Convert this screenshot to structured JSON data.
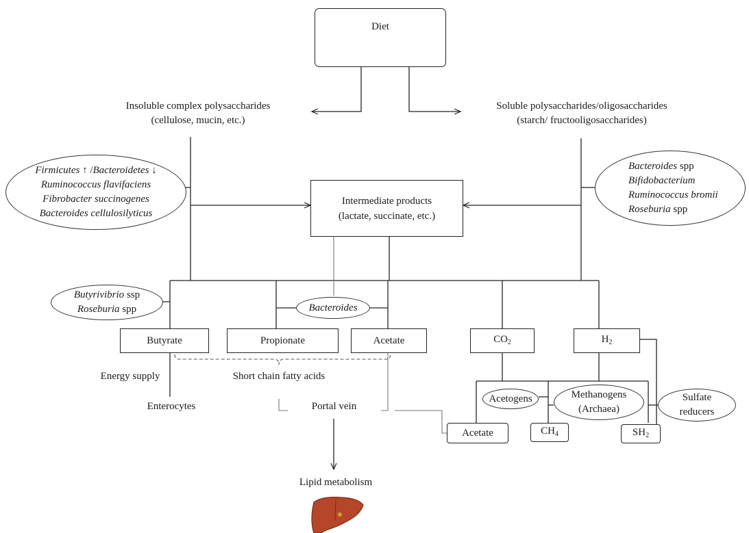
{
  "diet": {
    "label": "Diet"
  },
  "insoluble": {
    "line1": "Insoluble complex polysaccharides",
    "line2": "(cellulose, mucin, etc.)"
  },
  "soluble": {
    "line1": "Soluble polysaccharides/oligosaccharides",
    "line2": "(starch/ fructooligosaccharides)"
  },
  "intermediate": {
    "line1": "Intermediate products",
    "line2": "(lactate, succinate, etc.)"
  },
  "left_bacteria": {
    "l1_a": "Firmicutes",
    "l1_b": " ↑ /",
    "l1_c": "Bacteroidetes",
    "l1_d": " ↓",
    "l2": "Ruminococcus flavifaciens",
    "l3": "Fibrobacter succinogenes",
    "l4": "Bacteroides cellulosilyticus"
  },
  "right_bacteria": {
    "l1_a": "Bacteroides",
    "l1_b": " spp",
    "l2": "Bifidobacterium",
    "l3": "Ruminococcus bromii",
    "l4_a": "Roseburia",
    "l4_b": " spp"
  },
  "butyrate_bacteria": {
    "l1_a": "Butyrivibrio",
    "l1_b": " ssp",
    "l2_a": "Roseburia",
    "l2_b": " spp"
  },
  "bacteroides_oval": {
    "label": "Bacteroides"
  },
  "products": {
    "butyrate": "Butyrate",
    "propionate": "Propionate",
    "acetate": "Acetate",
    "co2_main": "CO",
    "co2_sub": "2",
    "h2_main": "H",
    "h2_sub": "2"
  },
  "scfa": {
    "label": "Short chain fatty acids"
  },
  "energy_supply": "Energy supply",
  "enterocytes": "Enterocytes",
  "portal_vein": "Portal vein",
  "lipid_metabolism": "Lipid metabolism",
  "acetogens": "Acetogens",
  "methanogens": {
    "line1": "Methanogens",
    "line2": "(Archaea)"
  },
  "sulfate_reducers": {
    "line1": "Sulfate",
    "line2": "reducers"
  },
  "bottom_products": {
    "acetate": "Acetate",
    "ch4_main": "CH",
    "ch4_sub": "4",
    "sh2_main": "SH",
    "sh2_sub": "2"
  },
  "colors": {
    "line": "#222222",
    "gray_line": "#777777",
    "liver": "#b5462a",
    "liver_dark": "#7e2a14"
  },
  "icons": [
    "carrot-icon",
    "tomato-icon",
    "bread-icon",
    "broccoli-icon",
    "corn-icon",
    "liver-icon"
  ]
}
